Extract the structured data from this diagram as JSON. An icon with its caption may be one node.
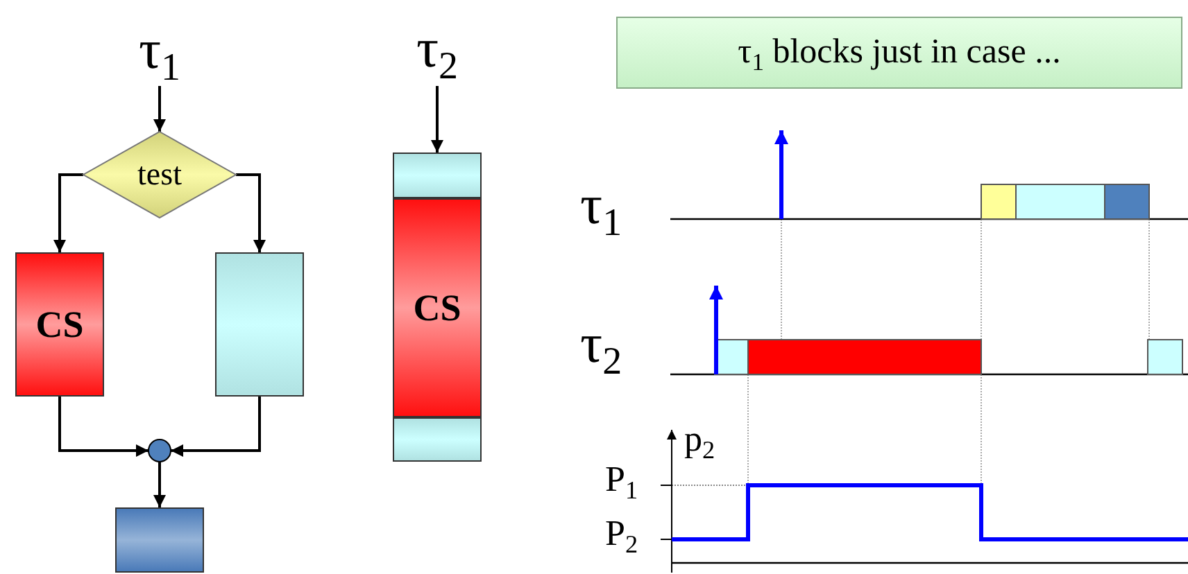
{
  "diagram": {
    "nodes": [
      {
        "text": [
          "τ$_{1}$"
        ]
      },
      {
        "text": [
          "test"
        ]
      },
      {
        "text": [
          "CS"
        ]
      },
      {
        "text": [],
        "shape": "box"
      },
      {
        "text": [],
        "shape": "circle"
      },
      {
        "text": [],
        "shape": "box"
      },
      {
        "text": [
          "τ$_{2}$"
        ]
      },
      {
        "text": [],
        "shape": "box"
      },
      {
        "text": [
          "CS"
        ]
      },
      {
        "text": [],
        "shape": "box"
      },
      {
        "text": [
          "τ$_{1}$ blocks just in case ..."
        ]
      }
    ],
    "edges": [
      {
        "from": 0,
        "to": 1,
        "arrow": "to"
      },
      {
        "from": 1,
        "to": 2,
        "arrow": "to"
      },
      {
        "from": 1,
        "to": 3,
        "arrow": "to"
      },
      {
        "from": 2,
        "to": 4,
        "arrow": "to"
      },
      {
        "from": 3,
        "to": 4,
        "arrow": "to"
      },
      {
        "from": 4,
        "to": 5,
        "arrow": "to"
      },
      {
        "from": 6,
        "to": 7,
        "arrow": "to"
      }
    ],
    "labels": [
      "τ$_{1}$",
      "τ$_{2}$",
      "p$_{2}$",
      "P$_{1}$",
      "P$_{2}$"
    ]
  }
}
